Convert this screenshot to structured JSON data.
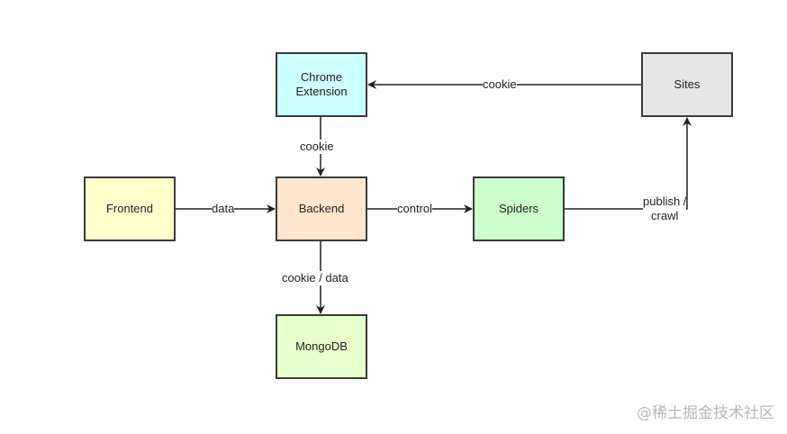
{
  "nodes": {
    "chrome_extension": {
      "line1": "Chrome",
      "line2": "Extension",
      "color": "#ccffff"
    },
    "sites": {
      "label": "Sites",
      "color": "#e6e6e6"
    },
    "frontend": {
      "label": "Frontend",
      "color": "#ffffcc"
    },
    "backend": {
      "label": "Backend",
      "color": "#ffe6cc"
    },
    "spiders": {
      "label": "Spiders",
      "color": "#ccffcc"
    },
    "mongodb": {
      "label": "MongoDB",
      "color": "#e6ffcc"
    }
  },
  "edges": {
    "sites_to_extension": "cookie",
    "extension_to_backend": "cookie",
    "frontend_backend": "data",
    "backend_to_spiders": "control",
    "backend_mongodb": "cookie / data",
    "spiders_to_sites_line1": "publish /",
    "spiders_to_sites_line2": "crawl"
  },
  "watermark": "@稀土掘金技术社区"
}
